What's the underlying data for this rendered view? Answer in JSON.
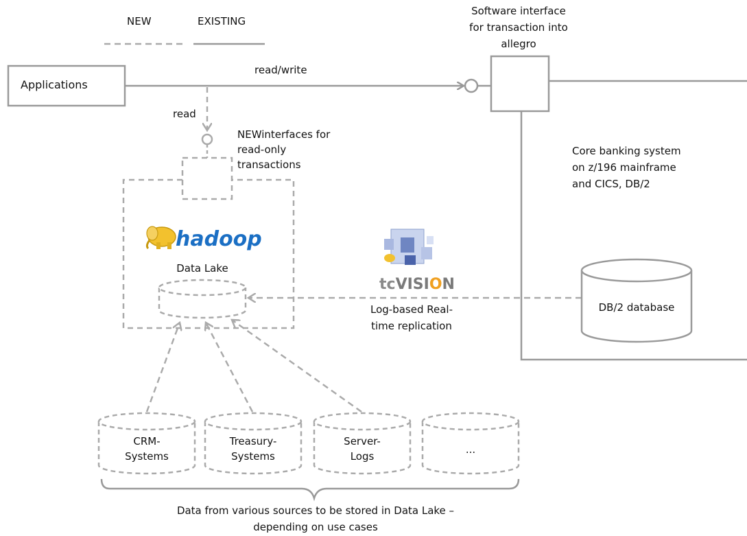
{
  "legend": {
    "new_label": "NEW",
    "existing_label": "EXISTING"
  },
  "labels": {
    "applications": "Applications",
    "read_write": "read/write",
    "read": "read",
    "software_interface": [
      "Software interface",
      "for  transaction into",
      "allegro"
    ],
    "new_interfaces": [
      "NEWinterfaces for",
      "read-only",
      "transactions"
    ],
    "core_banking": [
      "Core banking system",
      "on z/196 mainframe",
      "and CICS, DB/2"
    ],
    "data_lake": "Data Lake",
    "db2_database": "DB/2 database",
    "replication": [
      "Log-based Real-",
      "time replication"
    ],
    "footer": [
      "Data from various sources to be stored in Data Lake –",
      "depending on use cases"
    ]
  },
  "logos": {
    "hadoop": "hadoop",
    "tcvision_prefix": "tc",
    "tcvision_main": "VISI",
    "tcvision_o": "O",
    "tcvision_end": "N"
  },
  "sources": [
    {
      "line1": "CRM-",
      "line2": "Systems"
    },
    {
      "line1": "Treasury-",
      "line2": "Systems"
    },
    {
      "line1": "Server-",
      "line2": "Logs"
    },
    {
      "line1": "...",
      "line2": ""
    }
  ],
  "colors": {
    "dashed": "#aaaaaa",
    "solid": "#999999",
    "hadoop_blue": "#1b6fc4",
    "hadoop_yellow": "#f2c12e",
    "tcvision_orange": "#f0a020"
  }
}
